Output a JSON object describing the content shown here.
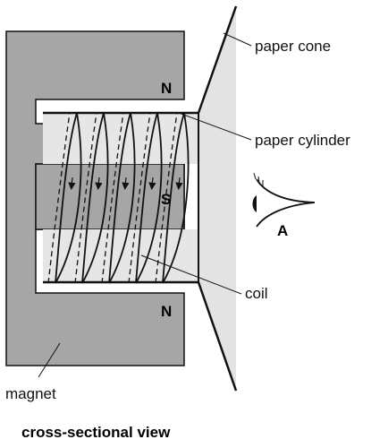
{
  "labels": {
    "paper_cone": "paper cone",
    "paper_cylinder": "paper cylinder",
    "coil": "coil",
    "magnet": "magnet",
    "eye": "A"
  },
  "poles": {
    "top": "N",
    "middle": "S",
    "bottom": "N"
  },
  "caption": "cross-sectional view",
  "colors": {
    "magnet": "#a6a6a6",
    "cone_fill": "#e3e3e3",
    "cylinder_fill": "#e6e6e6",
    "outline": "#111111"
  },
  "coil_turns": 5
}
